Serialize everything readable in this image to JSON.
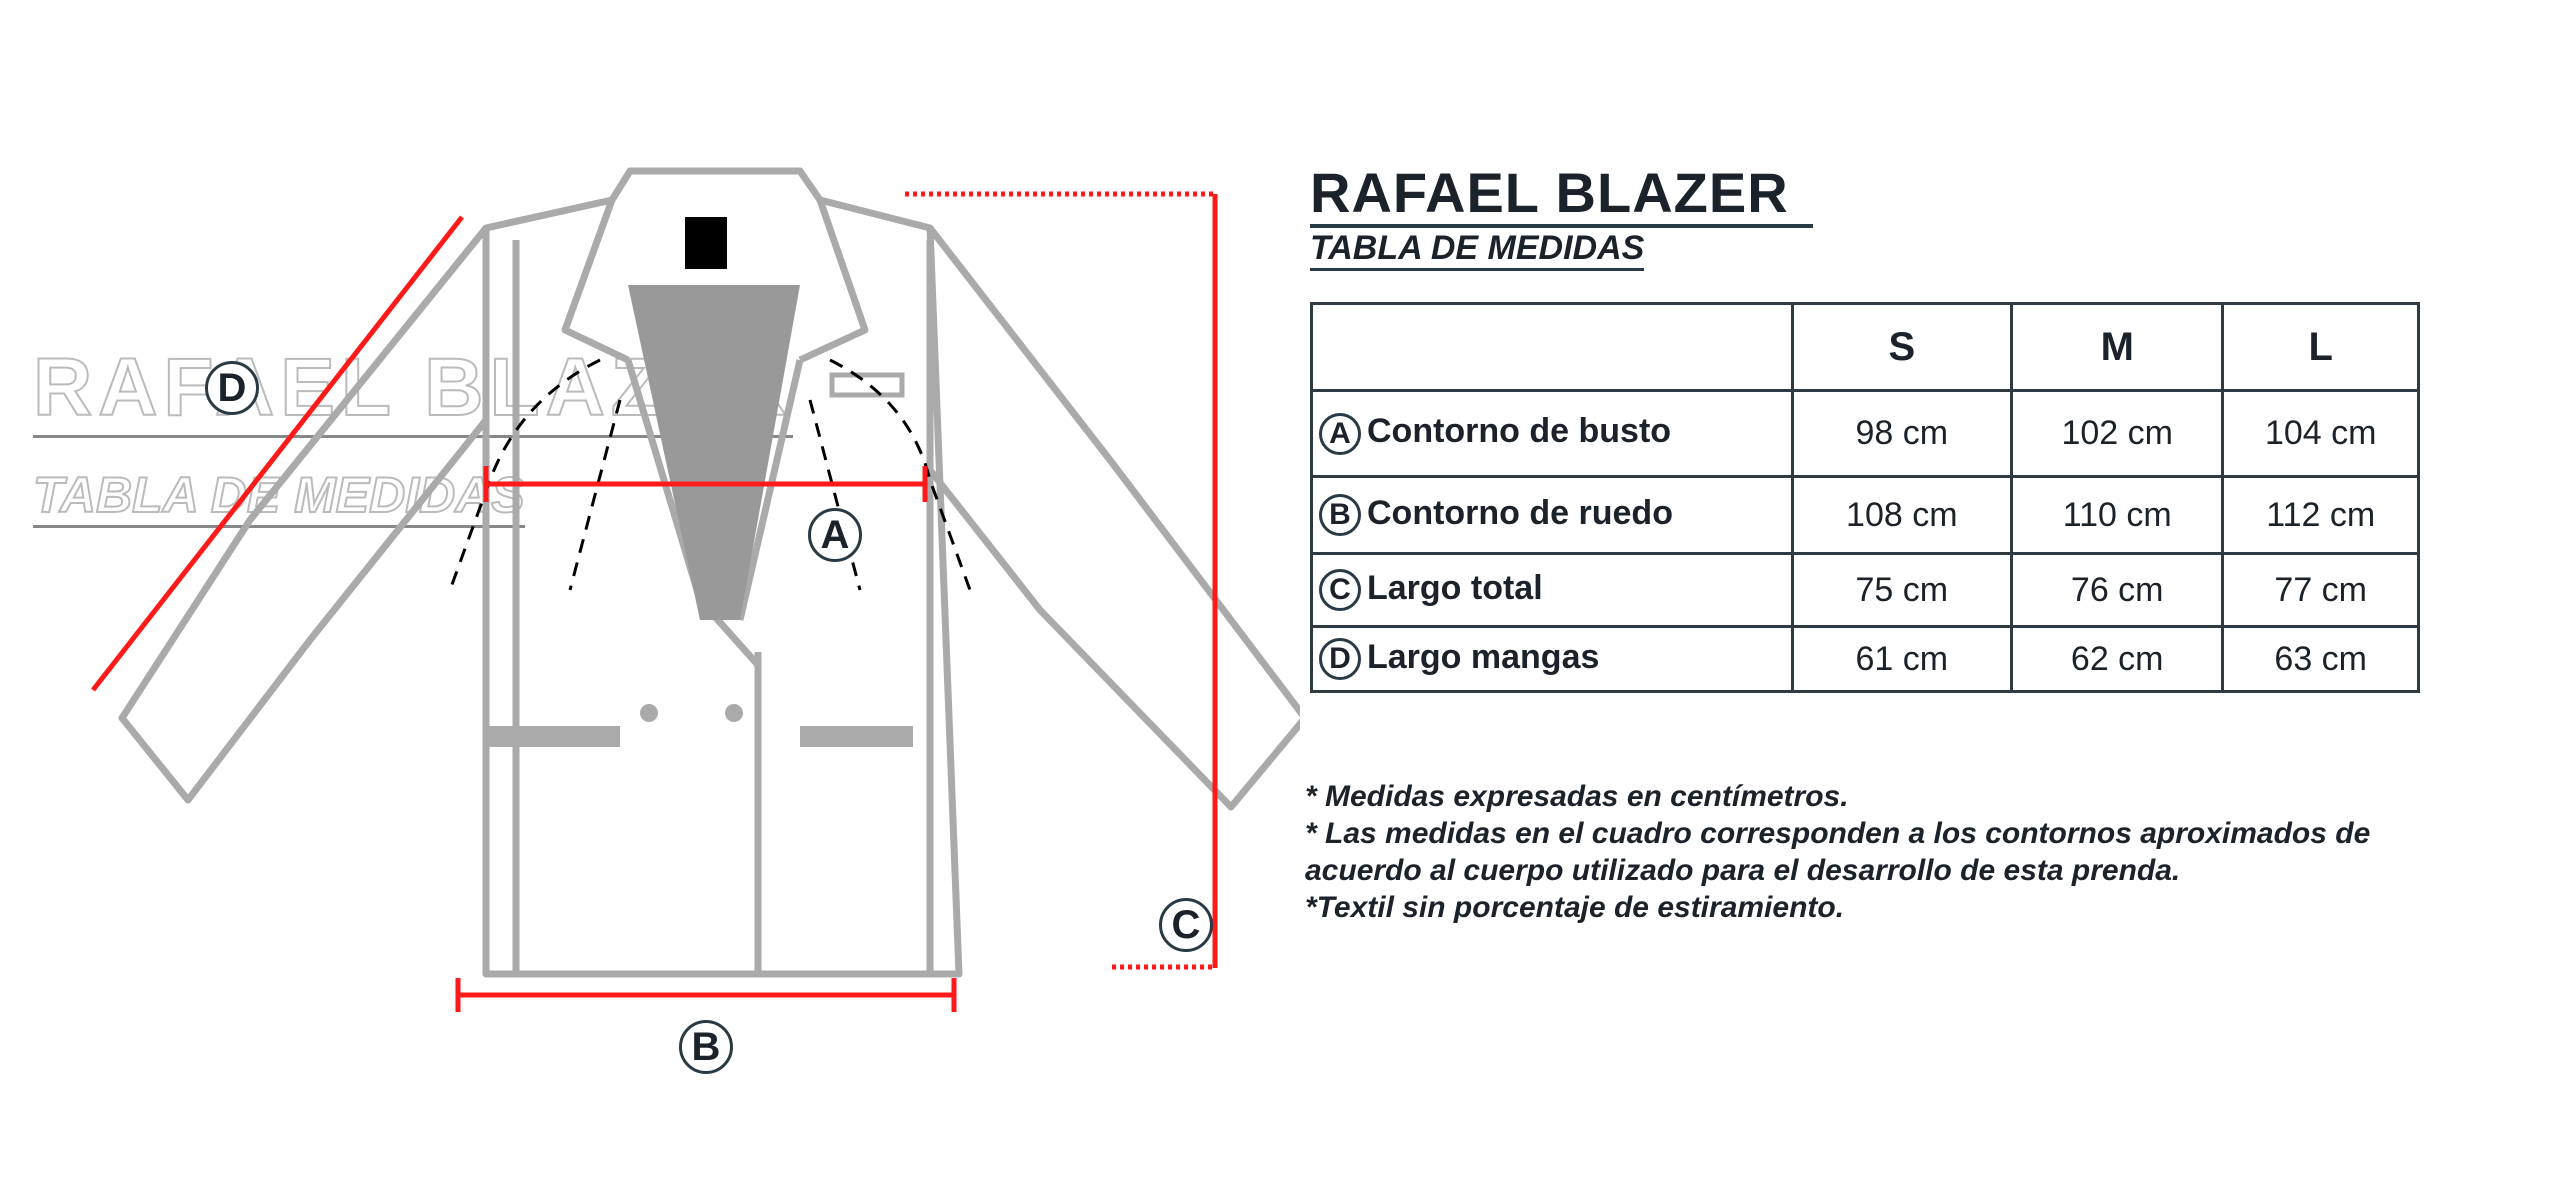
{
  "header": {
    "title": "RAFAEL BLAZER",
    "subtitle": "TABLA DE MEDIDAS"
  },
  "table": {
    "columns": [
      "",
      "S",
      "M",
      "L"
    ],
    "rows": [
      {
        "key": "A",
        "label": "Contorno de busto",
        "values": [
          "98 cm",
          "102 cm",
          "104 cm"
        ]
      },
      {
        "key": "B",
        "label": "Contorno de ruedo",
        "values": [
          "108 cm",
          "110 cm",
          "112 cm"
        ]
      },
      {
        "key": "C",
        "label": "Largo total",
        "values": [
          "75 cm",
          "76 cm",
          "77 cm"
        ]
      },
      {
        "key": "D",
        "label": "Largo mangas",
        "values": [
          "61 cm",
          "62 cm",
          "63 cm"
        ]
      }
    ]
  },
  "notes": [
    "* Medidas expresadas en centímetros.",
    "* Las medidas en el cuadro corresponden a los contornos aproximados de acuerdo al cuerpo utilizado para el desarrollo de esta prenda.",
    "*Textil sin porcentaje de estiramiento."
  ],
  "diagram": {
    "markers": [
      "A",
      "B",
      "C",
      "D"
    ],
    "measure_color": "#ff1a1a"
  }
}
